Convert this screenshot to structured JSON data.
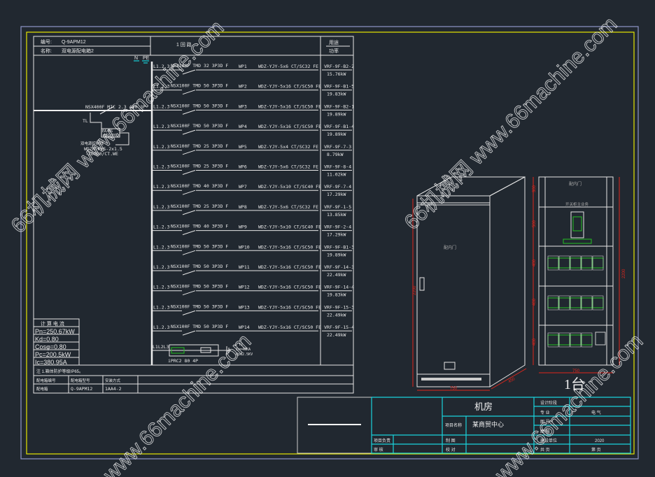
{
  "colors": {
    "background": "#212830",
    "frame_outer": "#8f97c8",
    "frame_inner": "#e6e600",
    "title_block": "#19d3dc",
    "dimension": "#e0261c",
    "component": "#22c022"
  },
  "schematic": {
    "header": {
      "box_no_label": "编号:",
      "box_no": "Q-9APM12",
      "box_name_label": "名称:",
      "box_name": "双电源配电箱2",
      "circuit_header": "1 回 路",
      "right_header_top": "用途",
      "right_header_bottom": "功率",
      "n_label": "N",
      "pe_label": "PE"
    },
    "incoming": {
      "breaker": "NSX400F MIC 2.3 400 3P",
      "tl": "TL",
      "device": "EA/NS",
      "device2": "ATS/PC",
      "control_label": "双电源控制线",
      "cable1": "WDZN-KVS-2x1.5",
      "cable2": "-JDG20/CT.WE"
    },
    "circuits": [
      {
        "phase": "L1.2.3",
        "breaker": "NSX100F TMD 32 3P3D F",
        "wp": "WP1",
        "cable": "WDZ-YJY-5x6 CT/SC32 FE",
        "load": "VRF-9F-B2-2",
        "power": "15.76kW"
      },
      {
        "phase": "L1.2.3",
        "breaker": "NSX100F TMD 50 3P3D F",
        "wp": "WP2",
        "cable": "WDZ-YJY-5x16 CT/SC50 FE",
        "load": "VRF-9F-B1-5",
        "power": "19.83kW"
      },
      {
        "phase": "L1.2.3",
        "breaker": "NSX100F TMD 50 3P3D F",
        "wp": "WP3",
        "cable": "WDZ-YJY-5x16 CT/SC50 FE",
        "load": "VRF-9F-B2-1",
        "power": "19.89kW"
      },
      {
        "phase": "L1.2.3",
        "breaker": "NSX100F TMD 50 3P3D F",
        "wp": "WP4",
        "cable": "WDZ-YJY-5x16 CT/SC50 FE",
        "load": "VRF-9F-B1-4",
        "power": "19.89kW"
      },
      {
        "phase": "L1.2.3",
        "breaker": "NSX100F TMD 25 3P3D F",
        "wp": "WP5",
        "cable": "WDZ-YJY-5x4 CT/SC32 FE",
        "load": "VRF-9F-7-3",
        "power": "8.79kW"
      },
      {
        "phase": "L1.2.3",
        "breaker": "NSX100F TMD 25 3P3D F",
        "wp": "WP6",
        "cable": "WDZ-YJY-5x6 CT/SC32 FE",
        "load": "VRF-9F-8-4",
        "power": "11.02kW"
      },
      {
        "phase": "L1.2.3",
        "breaker": "NSX100F TMD 40 3P3D F",
        "wp": "WP7",
        "cable": "WDZ-YJY-5x10 CT/SC40 FE",
        "load": "VRF-9F-7-4",
        "power": "17.29kW"
      },
      {
        "phase": "L1.2.3",
        "breaker": "NSX100F TMD 25 3P3D F",
        "wp": "WP8",
        "cable": "WDZ-YJY-5x6 CT/SC32 FE",
        "load": "VRF-9F-1-5",
        "power": "13.85kW"
      },
      {
        "phase": "L1.2.3",
        "breaker": "NSX100F TMD 40 3P3D F",
        "wp": "WP9",
        "cable": "WDZ-YJY-5x10 CT/SC40 FE",
        "load": "VRF-9F-2-4",
        "power": "17.29kW"
      },
      {
        "phase": "L1.2.3",
        "breaker": "NSX100F TMD 50 3P3D F",
        "wp": "WP10",
        "cable": "WDZ-YJY-5x16 CT/SC50 FE",
        "load": "VRF-9F-B1-3",
        "power": "19.89kW"
      },
      {
        "phase": "L1.2.3",
        "breaker": "NSX100F TMD 50 3P3D F",
        "wp": "WP11",
        "cable": "WDZ-YJY-5x16 CT/SC50 FE",
        "load": "VRF-9F-14-3",
        "power": "22.49kW"
      },
      {
        "phase": "L1.2.3",
        "breaker": "NSX100F TMD 50 3P3D F",
        "wp": "WP12",
        "cable": "WDZ-YJY-5x16 CT/SC50 FE",
        "load": "VRF-9F-14-4",
        "power": "19.83kW"
      },
      {
        "phase": "L1.2.3",
        "breaker": "NSX100F TMD 50 3P3D F",
        "wp": "WP13",
        "cable": "WDZ-YJY-5x16 CT/SC50 FE",
        "load": "VRF-9F-15-3",
        "power": "22.49kW"
      },
      {
        "phase": "L1.2.3",
        "breaker": "NSX100F TMD 50 3P3D F",
        "wp": "WP14",
        "cable": "WDZ-YJY-5x16 CT/SC50 FE",
        "load": "VRF-9F-15-4",
        "power": "22.49kW"
      }
    ],
    "spd": {
      "phase": "L1L2L3",
      "breaker": "iPRC2 80 4P",
      "type": "T2",
      "in": "In=40KA",
      "up": "Up≤2.5KV"
    },
    "calc": {
      "title": "计 算 电 流",
      "pn": "Pn=250.67kW",
      "kd": "Kd=0.80",
      "cos": "Cosφ=0.80",
      "pc": "Pc=200.5kW",
      "ic": "Ic=380.95A"
    },
    "note": "注 1.箱体防护等级IP65。",
    "bottom_table": {
      "h1": "配电箱编号",
      "h2": "配电箱型号",
      "h3": "安装方式",
      "v1": "配电箱",
      "v2": "Q-9APM12",
      "v3": "1AA4-2"
    }
  },
  "cabinet": {
    "door_label": "配内门",
    "top_label": "配内门",
    "unit_label": "开关柜主业务",
    "width": "750",
    "depth": "450",
    "height": "2200",
    "front_width": "750",
    "side_height": "2200",
    "sections": [
      "300",
      "500",
      "400",
      "400",
      "400"
    ],
    "quantity": "1台"
  },
  "title_block": {
    "drawing_name": "机房",
    "project_label": "项目名称",
    "project_name": "某商贸中心",
    "stage_label": "设计阶段",
    "discipline_label": "专   业",
    "discipline": "电   气",
    "drawing_no_label": "图   号",
    "size_label": "图   幅",
    "pm_label": "项目负责",
    "review_label": "审   核",
    "draw_label": "制   图",
    "check_label": "校   对",
    "client_label": "建设单位",
    "client": "2020",
    "total_label": "共   页",
    "page_label": "第   页"
  },
  "watermarks": [
    "66机械网 www.66machine.com",
    "66机械网 www.66machine.com",
    "www.66machine.com",
    "www.66machine.com"
  ]
}
